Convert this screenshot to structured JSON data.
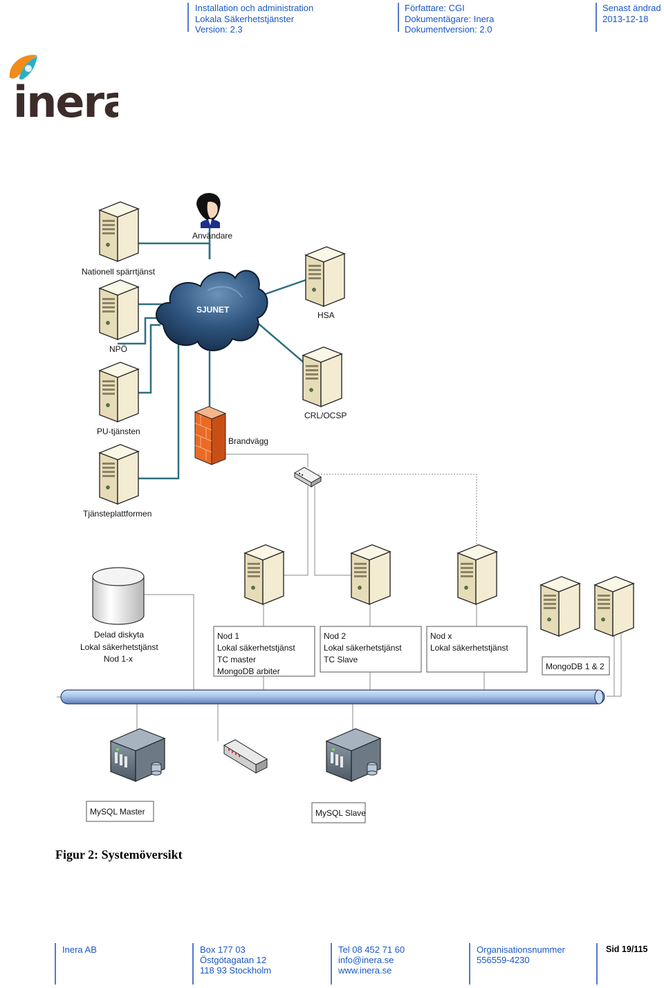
{
  "header": {
    "col1": [
      "Installation och administration",
      "Lokala Säkerhetstjänster",
      "Version: 2.3"
    ],
    "col2": [
      "Författare: CGI",
      "Dokumentägare: Inera",
      "Dokumentversion: 2.0"
    ],
    "col3": [
      "Senast ändrad",
      "2013-12-18"
    ]
  },
  "logo": {
    "text": "inera",
    "colors": {
      "orange": "#f28b1b",
      "teal": "#2ab0c5",
      "text": "#3c2d2a"
    }
  },
  "diagram": {
    "user_label": "Användare",
    "cloud_label": "SJUNET",
    "servers": {
      "nationell": "Nationell spärrtjänst",
      "npo": "NPÖ",
      "pu": "PU-tjänsten",
      "tjp": "Tjänsteplattformen",
      "hsa": "HSA",
      "crl": "CRL/OCSP"
    },
    "firewall_label": "Brandvägg",
    "disk_lines": [
      "Delad diskyta",
      "Lokal säkerhetstjänst",
      "Nod 1-x"
    ],
    "nodes": [
      {
        "lines": [
          "Nod 1",
          "Lokal säkerhetstjänst",
          "TC master",
          "MongoDB arbiter"
        ]
      },
      {
        "lines": [
          "Nod 2",
          "Lokal säkerhetstjänst",
          "TC Slave"
        ]
      },
      {
        "lines": [
          "Nod x",
          "Lokal säkerhetstjänst"
        ]
      }
    ],
    "mongo_label": "MongoDB 1 & 2",
    "mysql_master": "MySQL Master",
    "mysql_slave": "MySQL Slave",
    "colors": {
      "line": "#2d6f80",
      "bus": "#a9c4ea",
      "cloud": "#23476a",
      "server": "#efe6c6"
    }
  },
  "caption": "Figur 2: Systemöversikt",
  "footer": {
    "col1": [
      "Inera AB"
    ],
    "col2": [
      "Box 177 03",
      "Östgötagatan 12",
      "118 93 Stockholm"
    ],
    "col3": [
      "Tel 08 452 71 60",
      "info@inera.se",
      "www.inera.se"
    ],
    "col4": [
      "Organisationsnummer",
      "556559-4230"
    ],
    "page": "Sid 19/115"
  }
}
